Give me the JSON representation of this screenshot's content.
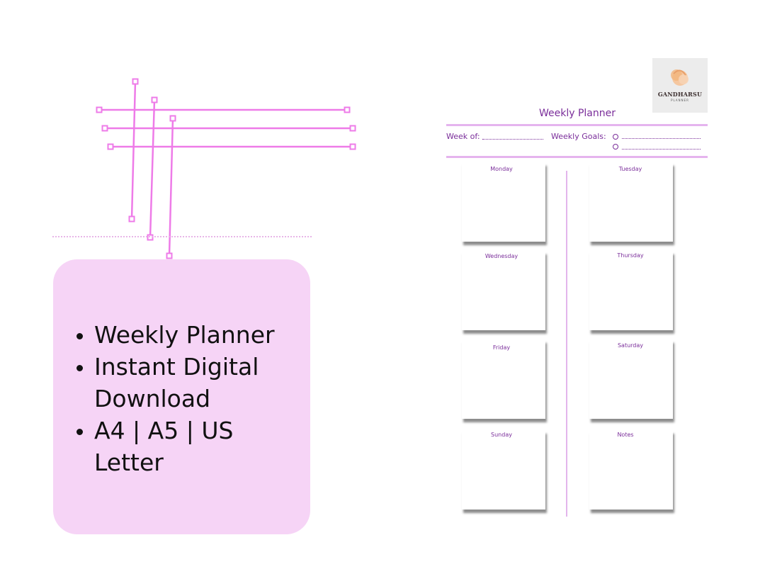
{
  "promo": {
    "items": [
      "Weekly Planner",
      "Instant Digital Download",
      "A4 | A5 | US Letter"
    ]
  },
  "brand": {
    "logo_text": "GANDHARSU",
    "logo_sub": "PLANNER"
  },
  "planner": {
    "title": "Weekly Planner",
    "week_of_label": "Week of:",
    "goals_label": "Weekly Goals:",
    "days": {
      "monday": "Monday",
      "tuesday": "Tuesday",
      "wednesday": "Wednesday",
      "thursday": "Thursday",
      "friday": "Friday",
      "saturday": "Saturday",
      "sunday": "Sunday",
      "notes": "Notes"
    }
  },
  "colors": {
    "accent_purple": "#7a2d9a",
    "guide_pink": "#ee7be8",
    "promo_bg": "#f6d4f6",
    "band_pink": "#e5b4ee"
  },
  "icons": [
    "logo-mark-icon",
    "goal-circle-icon",
    "resize-handle-icon"
  ]
}
